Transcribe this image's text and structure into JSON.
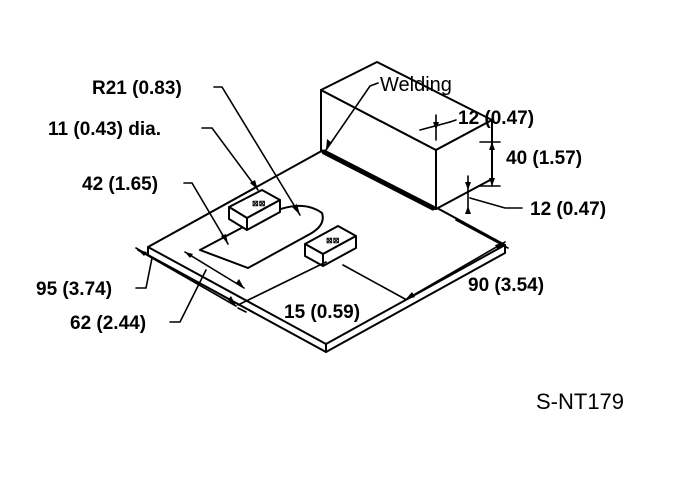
{
  "labels": {
    "r21": "R21 (0.83)",
    "hole_dia": "11 (0.43) dia.",
    "d42": "42 (1.65)",
    "d95": "95 (3.74)",
    "d62": "62 (2.44)",
    "d15": "15 (0.59)",
    "welding": "Welding",
    "d12_top": "12 (0.47)",
    "d40": "40 (1.57)",
    "d12_right": "12 (0.47)",
    "d90": "90 (3.54)"
  },
  "nuts": {
    "left": "⊠⊠",
    "right": "⊠⊠"
  },
  "figure_code": "S-NT179"
}
